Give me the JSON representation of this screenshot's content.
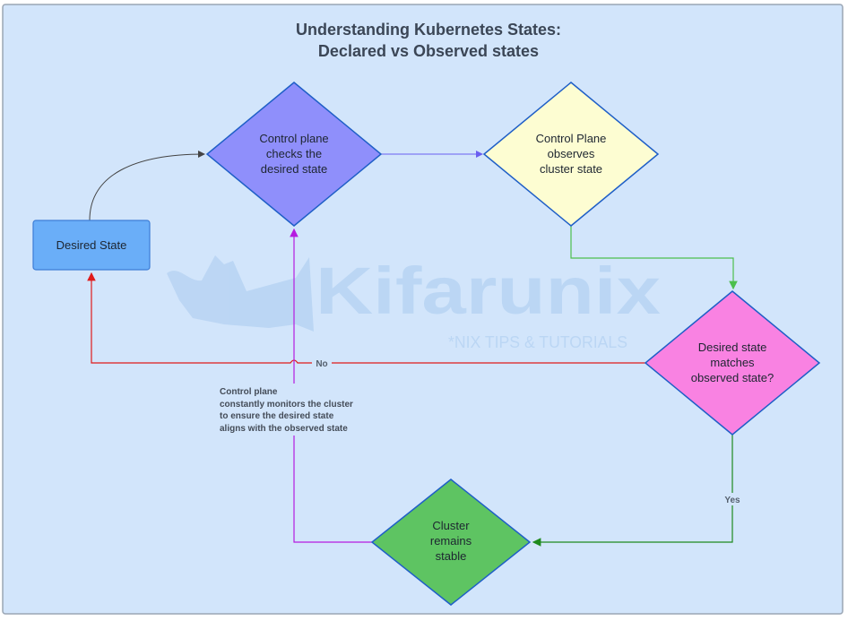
{
  "title": {
    "line1": "Understanding Kubernetes States:",
    "line2": "Declared vs Observed states"
  },
  "nodes": {
    "desired_state": {
      "label": "Desired State"
    },
    "checks": {
      "lines": [
        "Control plane",
        "checks the",
        "desired state"
      ]
    },
    "observes": {
      "lines": [
        "Control Plane",
        "observes",
        "cluster state"
      ]
    },
    "matches": {
      "lines": [
        "Desired state",
        "matches",
        "observed state?"
      ]
    },
    "stable": {
      "lines": [
        "Cluster",
        "remains",
        "stable"
      ]
    }
  },
  "edge_labels": {
    "no": "No",
    "yes": "Yes"
  },
  "annotation": {
    "lines": [
      "Control plane",
      "constantly monitors the cluster",
      "to ensure the desired state",
      "aligns with the observed state"
    ]
  },
  "watermark": {
    "brand": "Kifarunix",
    "tagline": "*NIX TIPS & TUTORIALS"
  },
  "colors": {
    "background": "#d2e5fb",
    "desired_state": "#6aaef8",
    "checks": "#8f8ffb",
    "observes": "#fdfdd2",
    "matches": "#f982e2",
    "stable": "#5ec462"
  }
}
